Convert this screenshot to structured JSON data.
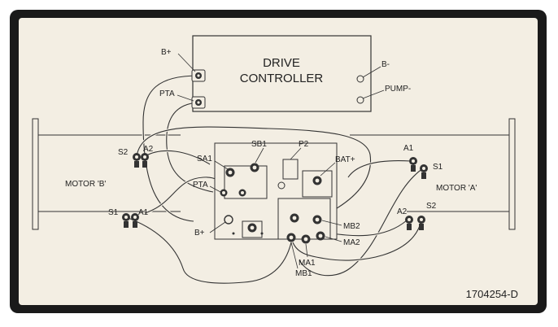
{
  "controller": {
    "title_line1": "DRIVE",
    "title_line2": "CONTROLLER",
    "terminal_b_plus": "B+",
    "terminal_pta": "PTA",
    "terminal_b_minus": "B-",
    "terminal_pump": "PUMP-"
  },
  "motors": {
    "left_name": "MOTOR 'B'",
    "right_name": "MOTOR 'A'",
    "left_s2": "S2",
    "left_a2": "A2",
    "left_s1": "S1",
    "left_a1": "A1",
    "right_a1": "A1",
    "right_s1": "S1",
    "right_a2": "A2",
    "right_s2": "S2"
  },
  "contactor": {
    "sb1": "SB1",
    "p2": "P2",
    "sa1": "SA1",
    "bat_plus": "BAT+",
    "pta": "PTA",
    "b_plus": "B+",
    "mb2": "MB2",
    "ma2": "MA2",
    "ma1": "MA1",
    "mb1": "MB1"
  },
  "part_number": "1704254-D",
  "colors": {
    "panel_background": "#f3eee3",
    "border": "#1a1a1a",
    "line": "#333333"
  }
}
